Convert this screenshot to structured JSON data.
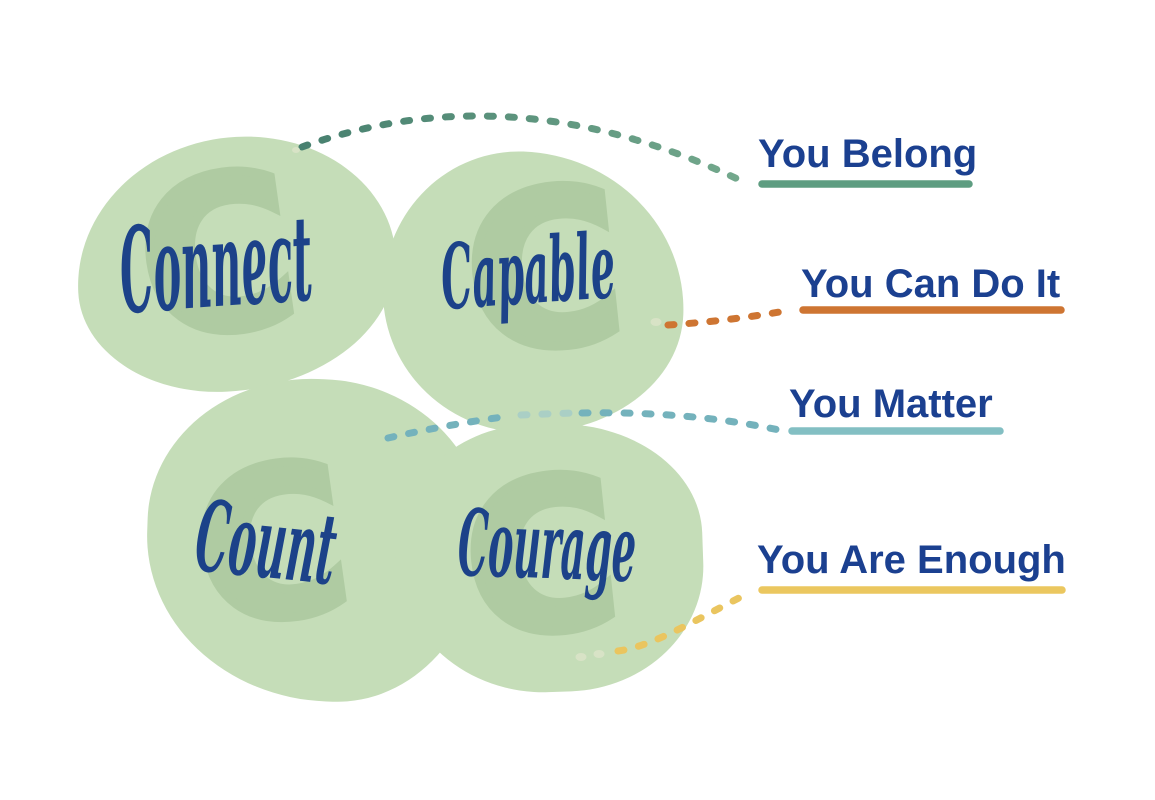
{
  "blobs": [
    {
      "word": "Connect",
      "watermark": "C"
    },
    {
      "word": "Capable",
      "watermark": "C"
    },
    {
      "word": "Count",
      "watermark": "C"
    },
    {
      "word": "Courage",
      "watermark": "C"
    }
  ],
  "callouts": [
    {
      "text": "You Belong",
      "line_color_start": "#47806F",
      "line_color_end": "#74A98D",
      "underline_color": "#5E9D81"
    },
    {
      "text": "You Can Do It",
      "line_color": "#CE7532",
      "underline_color": "#CE7532"
    },
    {
      "text": "You Matter",
      "line_color": "#74B2BC",
      "line_color_faded": "#AACFC5",
      "underline_color": "#83BFC3"
    },
    {
      "text": "You Are Enough",
      "line_color": "#EAC55F",
      "underline_color": "#EBC75F"
    }
  ],
  "colors": {
    "background": "#FFFFFF",
    "blob_fill": "#C5DDB8",
    "blob_watermark": "#AFCBA2",
    "blob_text": "#1C4289",
    "label_text": "#1B4090",
    "pale_dot": "#D8E3C6"
  }
}
